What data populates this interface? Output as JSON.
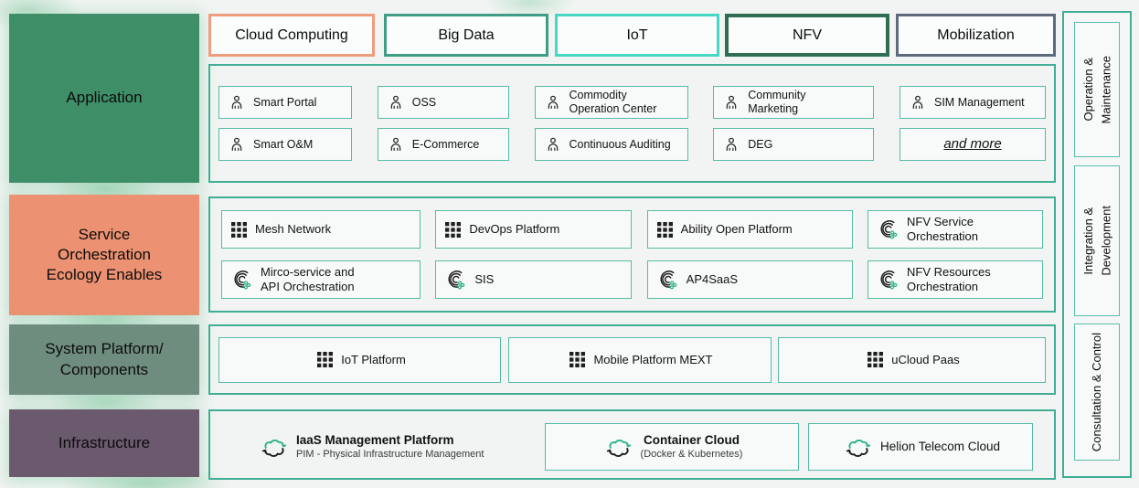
{
  "top_categories": [
    {
      "label": "Cloud Computing",
      "border_color": "#ee9d7e"
    },
    {
      "label": "Big Data",
      "border_color": "#3f9d86"
    },
    {
      "label": "IoT",
      "border_color": "#45d9c5"
    },
    {
      "label": "NFV",
      "border_color": "#2f6e53"
    },
    {
      "label": "Mobilization",
      "border_color": "#5d6b7d"
    }
  ],
  "layers": {
    "application": {
      "label": "Application",
      "color": "#3e8e68",
      "items": [
        {
          "label": "Smart Portal",
          "icon": "person"
        },
        {
          "label": "OSS",
          "icon": "person"
        },
        {
          "label": "Commodity\nOperation Center",
          "icon": "person"
        },
        {
          "label": "Community\nMarketing",
          "icon": "person"
        },
        {
          "label": "SIM Management",
          "icon": "person"
        },
        {
          "label": "Smart O&M",
          "icon": "person"
        },
        {
          "label": "E-Commerce",
          "icon": "person"
        },
        {
          "label": "Continuous Auditing",
          "icon": "person"
        },
        {
          "label": "DEG",
          "icon": "person"
        },
        {
          "label": "and more",
          "icon": "none"
        }
      ]
    },
    "service": {
      "label": "Service\nOrchestration\nEcology Enables",
      "color": "#ec9272",
      "items": [
        {
          "label": "Mesh Network",
          "icon": "grid"
        },
        {
          "label": "DevOps Platform",
          "icon": "grid"
        },
        {
          "label": "Ability Open Platform",
          "icon": "grid"
        },
        {
          "label": "NFV Service\nOrchestration",
          "icon": "orchestration-swirl"
        },
        {
          "label": "Mirco-service and\nAPI Orchestration",
          "icon": "orchestration-swirl"
        },
        {
          "label": "SIS",
          "icon": "orchestration-swirl"
        },
        {
          "label": "AP4SaaS",
          "icon": "orchestration-swirl"
        },
        {
          "label": "NFV Resources\nOrchestration",
          "icon": "orchestration-swirl"
        }
      ]
    },
    "system": {
      "label": "System Platform/\nComponents",
      "color": "#6f8d7f",
      "items": [
        {
          "label": "IoT Platform",
          "icon": "grid"
        },
        {
          "label": "Mobile Platform MEXT",
          "icon": "grid"
        },
        {
          "label": "uCloud Paas",
          "icon": "grid"
        }
      ]
    },
    "infrastructure": {
      "label": "Infrastructure",
      "color": "#6b5a6e",
      "items": [
        {
          "title": "IaaS Management Platform",
          "subtitle": "PIM - Physical Infrastructure Management",
          "icon": "cloud-sync"
        },
        {
          "title": "Container Cloud",
          "subtitle": "(Docker & Kubernetes)",
          "icon": "cloud-sync"
        },
        {
          "title": "Helion Telecom Cloud",
          "subtitle": "",
          "icon": "cloud-sync"
        }
      ]
    }
  },
  "right_panels": [
    {
      "label": "Operation &\nMaintenance"
    },
    {
      "label": "Integration &\nDevelopment"
    },
    {
      "label": "Consultation & Control"
    }
  ],
  "accent_colors": {
    "container_border": "#3fae94",
    "item_border": "#54bca6",
    "icon_green": "#2eb384"
  }
}
